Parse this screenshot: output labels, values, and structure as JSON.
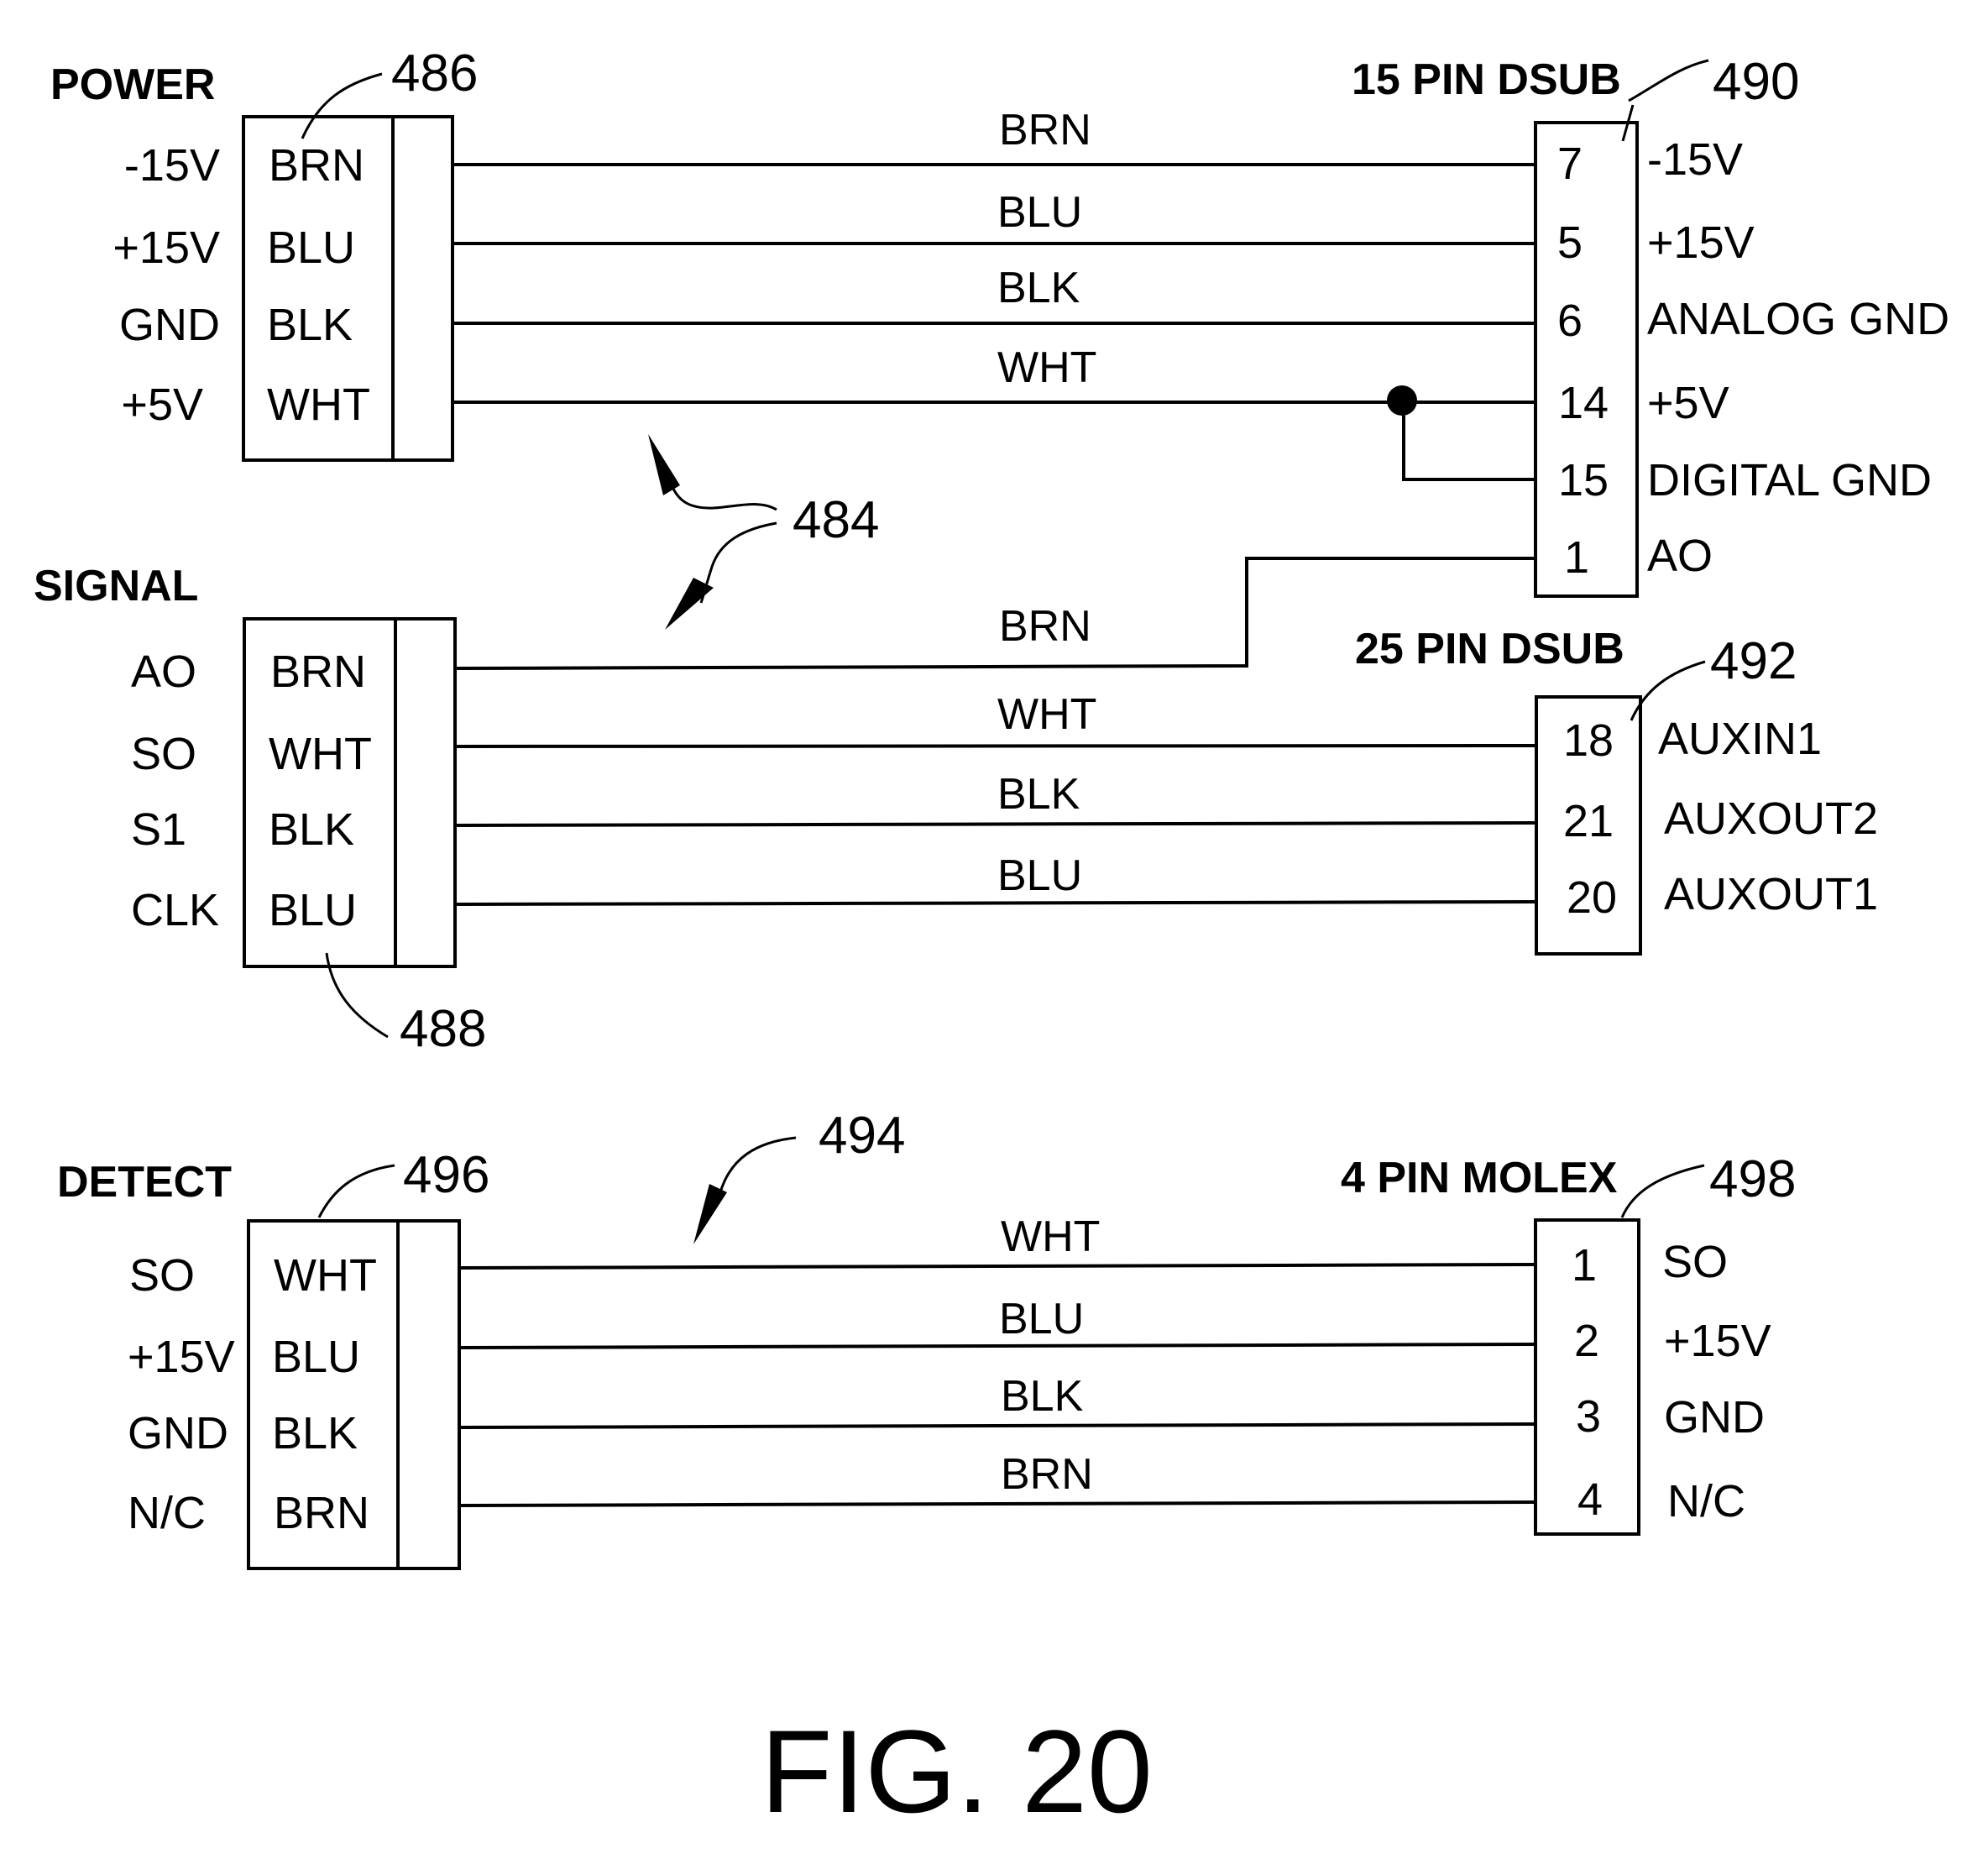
{
  "figure": {
    "title": "FIG. 20"
  },
  "colors": {
    "ink": "#000000",
    "background": "#ffffff"
  },
  "callouts": {
    "cable_1": "484",
    "cable_2": "494"
  },
  "power": {
    "title": "POWER",
    "ref": "486",
    "rows": [
      {
        "signal": "-15V",
        "wire": "BRN"
      },
      {
        "signal": "+15V",
        "wire": "BLU"
      },
      {
        "signal": "GND",
        "wire": "BLK"
      },
      {
        "signal": "+5V",
        "wire": "WHT"
      }
    ]
  },
  "dsub15": {
    "title": "15 PIN DSUB",
    "ref": "490",
    "pins": [
      {
        "pin": "7",
        "name": "-15V"
      },
      {
        "pin": "5",
        "name": "+15V"
      },
      {
        "pin": "6",
        "name": "ANALOG GND"
      },
      {
        "pin": "14",
        "name": "+5V"
      },
      {
        "pin": "15",
        "name": "DIGITAL GND"
      },
      {
        "pin": "1",
        "name": "AO"
      }
    ]
  },
  "power_wires": [
    "BRN",
    "BLU",
    "BLK",
    "WHT"
  ],
  "signal": {
    "title": "SIGNAL",
    "ref": "488",
    "rows": [
      {
        "signal": "AO",
        "wire": "BRN"
      },
      {
        "signal": "SO",
        "wire": "WHT"
      },
      {
        "signal": "S1",
        "wire": "BLK"
      },
      {
        "signal": "CLK",
        "wire": "BLU"
      }
    ]
  },
  "signal_wires": [
    "BRN",
    "WHT",
    "BLK",
    "BLU"
  ],
  "dsub25": {
    "title": "25 PIN DSUB",
    "ref": "492",
    "pins": [
      {
        "pin": "18",
        "name": "AUXIN1"
      },
      {
        "pin": "21",
        "name": "AUXOUT2"
      },
      {
        "pin": "20",
        "name": "AUXOUT1"
      }
    ]
  },
  "detect": {
    "title": "DETECT",
    "ref": "496",
    "rows": [
      {
        "signal": "SO",
        "wire": "WHT"
      },
      {
        "signal": "+15V",
        "wire": "BLU"
      },
      {
        "signal": "GND",
        "wire": "BLK"
      },
      {
        "signal": "N/C",
        "wire": "BRN"
      }
    ]
  },
  "detect_wires": [
    "WHT",
    "BLU",
    "BLK",
    "BRN"
  ],
  "molex": {
    "title": "4 PIN MOLEX",
    "ref": "498",
    "pins": [
      {
        "pin": "1",
        "name": "SO"
      },
      {
        "pin": "2",
        "name": "+15V"
      },
      {
        "pin": "3",
        "name": "GND"
      },
      {
        "pin": "4",
        "name": "N/C"
      }
    ]
  }
}
